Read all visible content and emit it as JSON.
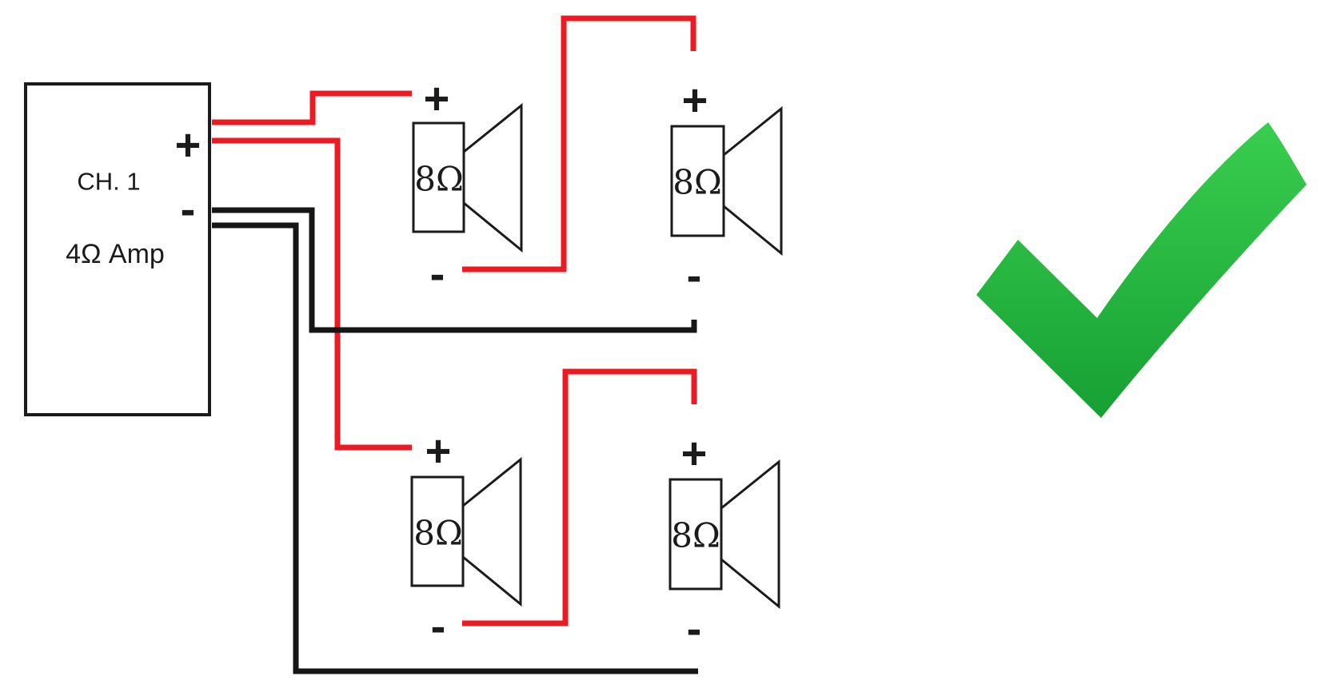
{
  "amplifier": {
    "channel": "CH. 1",
    "impedance": "4Ω Amp",
    "positive": "+",
    "negative": "-"
  },
  "speakers": [
    {
      "id": "top-left",
      "impedance": "8Ω",
      "positive": "+",
      "negative": "-"
    },
    {
      "id": "top-right",
      "impedance": "8Ω",
      "positive": "+",
      "negative": "-"
    },
    {
      "id": "bottom-left",
      "impedance": "8Ω",
      "positive": "+",
      "negative": "-"
    },
    {
      "id": "bottom-right",
      "impedance": "8Ω",
      "positive": "+",
      "negative": "-"
    }
  ],
  "connections": [
    {
      "from": "amp +",
      "to": "top-left speaker +",
      "polarity": "positive"
    },
    {
      "from": "amp +",
      "to": "bottom-left speaker +",
      "polarity": "positive"
    },
    {
      "from": "top-left speaker -",
      "to": "top-right speaker +",
      "polarity": "series-link"
    },
    {
      "from": "bottom-left speaker -",
      "to": "bottom-right speaker +",
      "polarity": "series-link"
    },
    {
      "from": "top-right speaker -",
      "to": "amp -",
      "polarity": "negative"
    },
    {
      "from": "bottom-right speaker -",
      "to": "amp -",
      "polarity": "negative"
    }
  ],
  "status": {
    "icon": "green-checkmark"
  },
  "colors": {
    "positive_wire": "#EC1B23",
    "negative_wire": "#161616",
    "outline": "#1b1b1b",
    "checkmark_top": "#39CE4F",
    "checkmark_bottom": "#16A033"
  }
}
